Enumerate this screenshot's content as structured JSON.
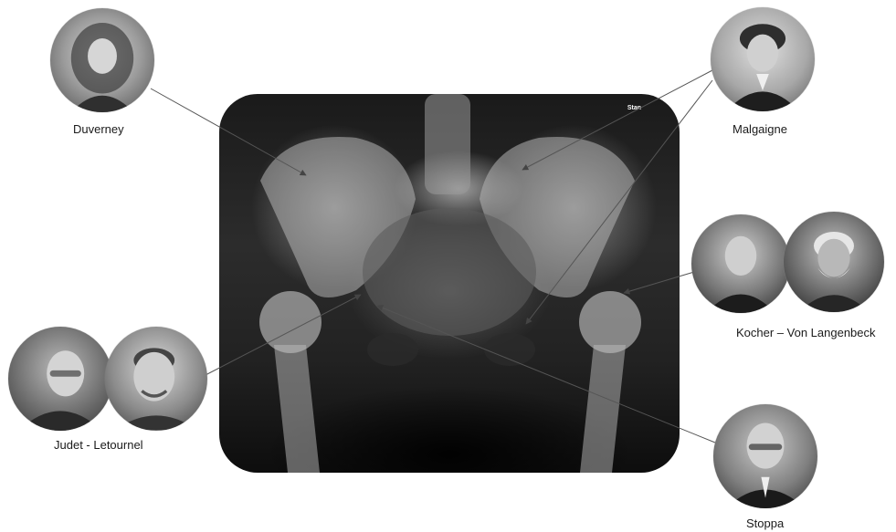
{
  "xray": {
    "marker_text": "Stan"
  },
  "people": {
    "duverney": {
      "label": "Duverney"
    },
    "malgaigne": {
      "label": "Malgaigne"
    },
    "kocher_von_langenbeck": {
      "label": "Kocher – Von Langenbeck"
    },
    "judet_letournel": {
      "label": "Judet - Letournel"
    },
    "stoppa": {
      "label": "Stoppa"
    }
  }
}
